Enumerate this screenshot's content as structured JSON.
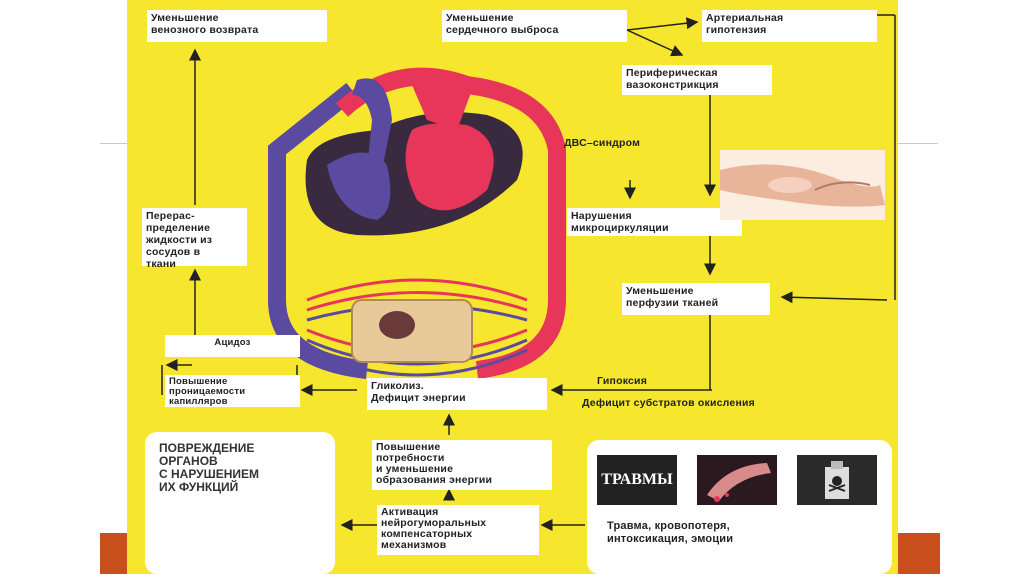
{
  "colors": {
    "panel": "#f7e62e",
    "accent_bar": "#c9501c",
    "artery": "#e8365a",
    "vein": "#5a4aa0"
  },
  "boxes": {
    "venous_return": "Уменьшение\nвенозного возврата",
    "cardiac_output": "Уменьшение\nсердечного выброса",
    "hypotension": "Артериальная\nгипотензия",
    "vasoconstriction": "Периферическая\nвазоконстрикция",
    "dic": "ДВС–синдром",
    "microcirculation": "Нарушения\nмикроциркуляции",
    "redistribution": "Перерас-\nпределение\nжидкости из\nсосудов в\nткани",
    "perfusion": "Уменьшение\nперфузии тканей",
    "acidosis": "Ацидоз",
    "permeability": "Повышение\nпроницаемости\nкапилляров",
    "hypoxia": "Гипоксия",
    "glycolysis": "Гликолиз.\nДефицит энергии",
    "substrate_deficit": "Дефицит субстратов окисления",
    "energy_demand": "Повышение\nпотребности\nи уменьшение\nобразования энергии",
    "neurohumoral": "Активация\nнейрогуморальных\nкомпенсаторных\nмеханизмов",
    "organ_damage": "ПОВРЕЖДЕНИЕ\nОРГАНОВ\nС НАРУШЕНИЕМ\nИХ ФУНКЦИЙ",
    "causes": "Травма, кровопотеря,\nинтоксикация, эмоции",
    "trauma_logo": "ТРАВМЫ"
  },
  "icons": [
    "heart-diagram",
    "finger-pressure-image",
    "trauma-logo-icon",
    "bleeding-icon",
    "poison-bottle-icon"
  ]
}
